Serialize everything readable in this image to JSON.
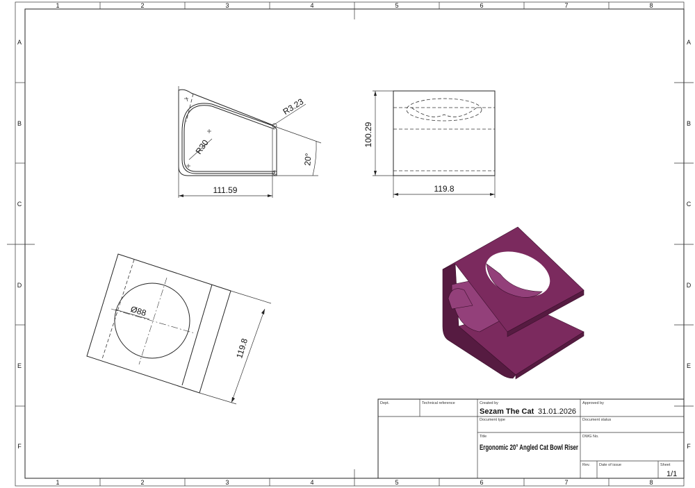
{
  "grid": {
    "columns": [
      "1",
      "2",
      "3",
      "4",
      "5",
      "6",
      "7",
      "8"
    ],
    "rows": [
      "A",
      "B",
      "C",
      "D",
      "E",
      "F"
    ]
  },
  "side_view": {
    "dim_width": "111.59",
    "dim_angle": "20°",
    "dim_inner_radius": "R30",
    "dim_tip_radius": "R3.23"
  },
  "front_view": {
    "dim_width": "119.8",
    "dim_height": "100.29"
  },
  "top_view": {
    "dim_hole": "Ø88",
    "dim_length": "119.8"
  },
  "iso_view": {
    "color": "#7b2a5e",
    "color_dark": "#561b41",
    "color_light": "#93407a"
  },
  "title_block": {
    "dept_label": "Dept.",
    "tech_ref_label": "Technical reference",
    "created_by_label": "Created by",
    "created_by": "Sezam The Cat",
    "created_date": "31.01.2026",
    "approved_by_label": "Approved by",
    "doc_type_label": "Document type",
    "doc_status_label": "Document status",
    "title_label": "Title",
    "title": "Ergonomic 20° Angled Cat Bowl Riser",
    "dwg_no_label": "DWG No.",
    "rev_label": "Rev.",
    "date_issue_label": "Date of issue",
    "sheet_label": "Sheet",
    "sheet": "1/1"
  }
}
